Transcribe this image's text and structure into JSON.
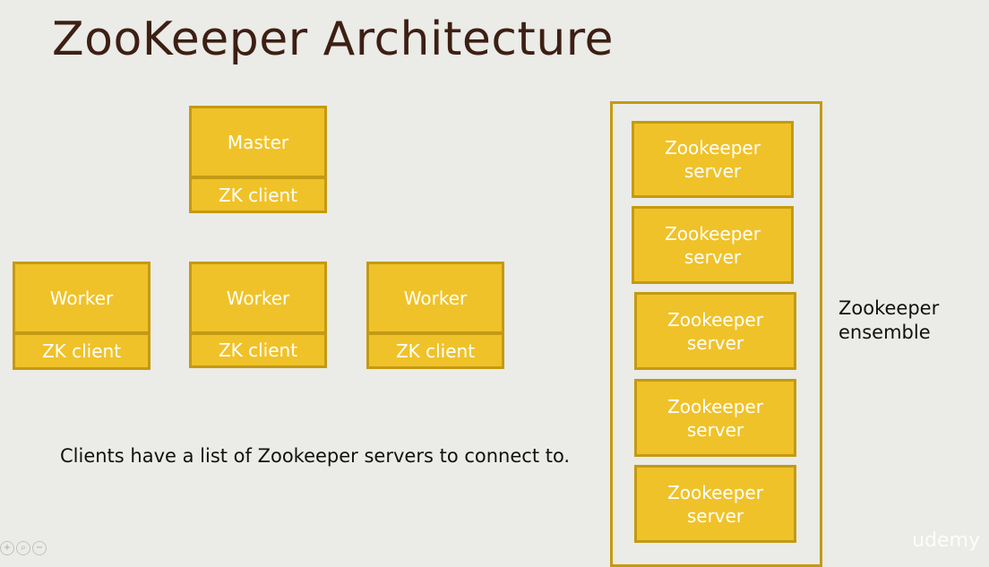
{
  "title": "ZooKeeper Architecture",
  "master": {
    "label": "Master",
    "client_label": "ZK client"
  },
  "workers": [
    {
      "label": "Worker",
      "client_label": "ZK client"
    },
    {
      "label": "Worker",
      "client_label": "ZK client"
    },
    {
      "label": "Worker",
      "client_label": "ZK client"
    }
  ],
  "servers": [
    {
      "label": "Zookeeper\nserver"
    },
    {
      "label": "Zookeeper\nserver"
    },
    {
      "label": "Zookeeper\nserver"
    },
    {
      "label": "Zookeeper\nserver"
    },
    {
      "label": "Zookeeper\nserver"
    }
  ],
  "ensemble_label": "Zookeeper ensemble",
  "caption": "Clients have a list of Zookeeper servers to connect to.",
  "watermark": "udemy",
  "colors": {
    "box_fill": "#f0c229",
    "box_border": "#c49a12",
    "title": "#3d1f14"
  }
}
